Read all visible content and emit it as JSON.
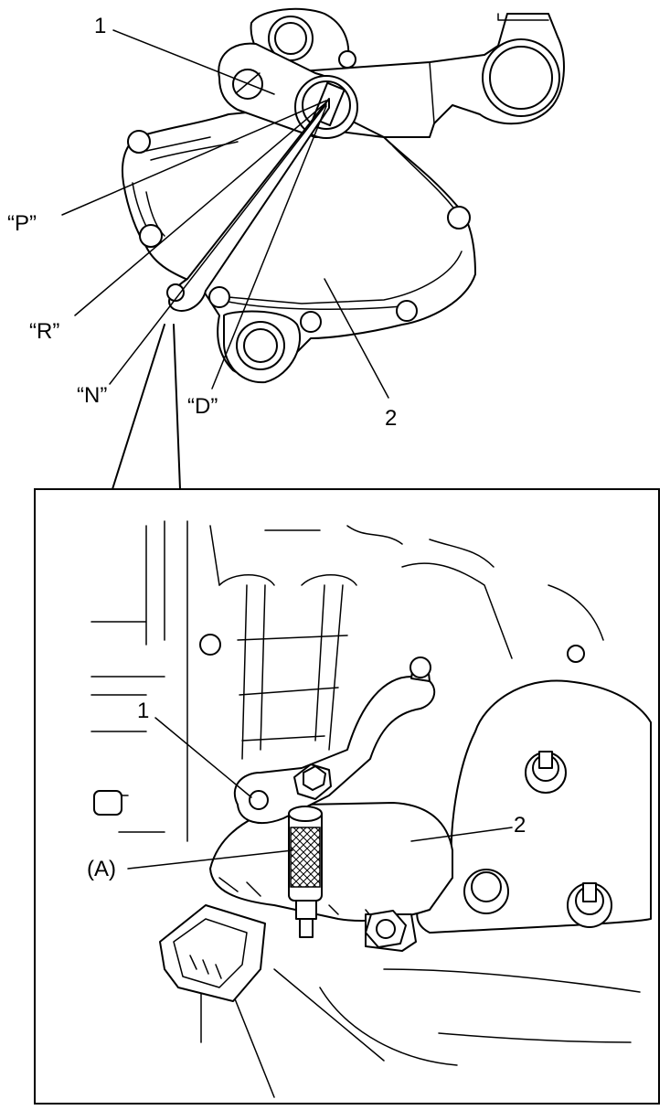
{
  "top_view": {
    "label_1": "1",
    "label_2": "2",
    "label_p": "“P”",
    "label_r": "“R”",
    "label_n": "“N”",
    "label_d": "“D”"
  },
  "detail_view": {
    "label_1": "1",
    "label_2": "2",
    "label_a": "(A)"
  }
}
